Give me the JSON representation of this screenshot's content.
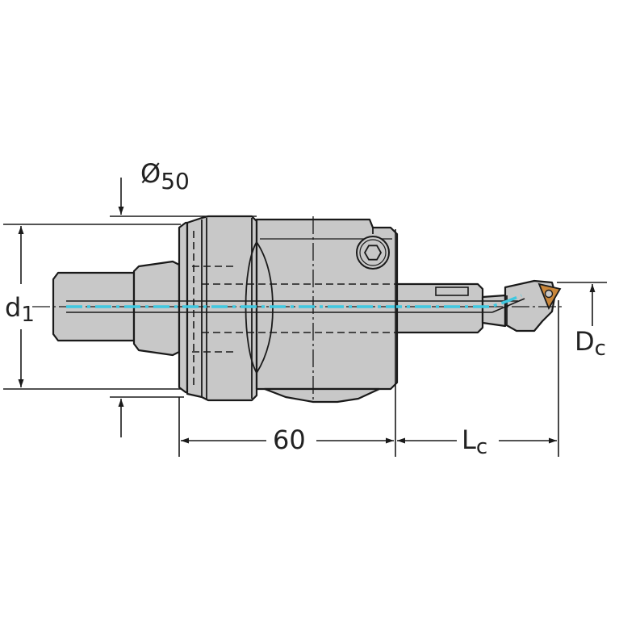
{
  "colors": {
    "body_fill": "#c8c8c8",
    "line": "#1a1a1a",
    "coolant": "#3fc8e0",
    "insert": "#c9863a"
  },
  "labels": {
    "phi_symbol": "Ø",
    "phi_value": "50",
    "d1_main": "d",
    "d1_sub": "1",
    "dc_main": "D",
    "dc_sub": "c",
    "dim_60": "60",
    "lc_main": "L",
    "lc_sub": "c"
  }
}
